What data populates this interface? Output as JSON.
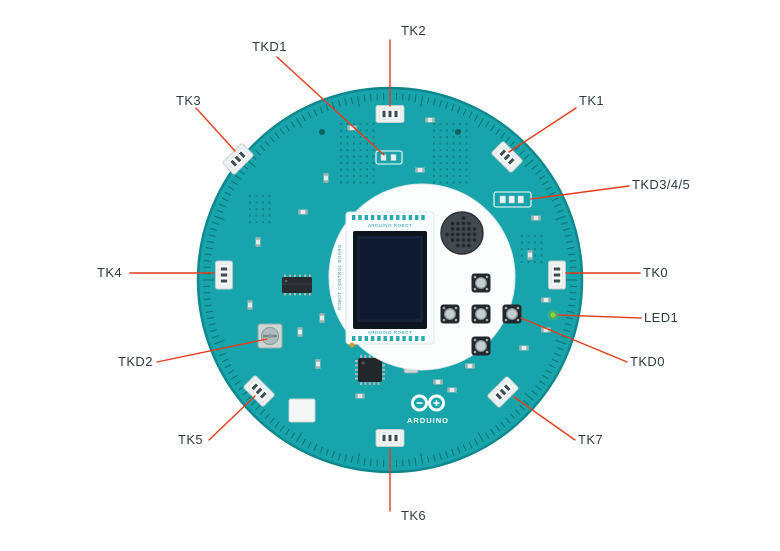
{
  "labels": [
    {
      "id": "tk2",
      "text": "TK2"
    },
    {
      "id": "tkd1",
      "text": "TKD1"
    },
    {
      "id": "tk3",
      "text": "TK3"
    },
    {
      "id": "tk1",
      "text": "TK1"
    },
    {
      "id": "tkd345",
      "text": "TKD3/4/5"
    },
    {
      "id": "tk4",
      "text": "TK4"
    },
    {
      "id": "tk0",
      "text": "TK0"
    },
    {
      "id": "tkd2",
      "text": "TKD2"
    },
    {
      "id": "led1",
      "text": "LED1"
    },
    {
      "id": "tkd0",
      "text": "TKD0"
    },
    {
      "id": "tk5",
      "text": "TK5"
    },
    {
      "id": "tk7",
      "text": "TK7"
    },
    {
      "id": "tk6",
      "text": "TK6"
    }
  ],
  "board_text": {
    "logo": "ARDUINO",
    "lcd_top": "ARDUINO ROBOT",
    "lcd_bottom": "ARDUINO ROBOT",
    "silkscreen_side": "ROBOT CONTROL BOARD"
  },
  "colors": {
    "board": "#17a5ab",
    "board_edge": "#0e878d",
    "leader_line": "#e23d1d",
    "label_text": "#2d3b3f",
    "lcd_screen": "#15233a",
    "led_green": "#8ad23e",
    "amber_led": "#f2992b",
    "white_zone": "#fcfefe"
  }
}
